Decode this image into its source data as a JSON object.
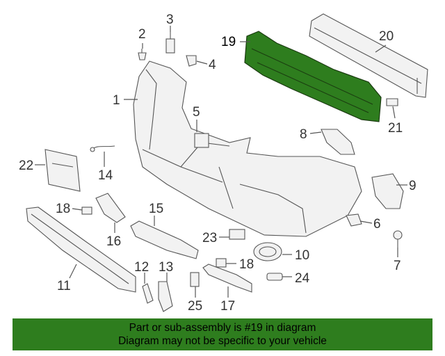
{
  "diagram": {
    "callouts": [
      "19",
      "20",
      "2",
      "3",
      "4",
      "1",
      "5",
      "8",
      "21",
      "22",
      "14",
      "9",
      "18",
      "15",
      "16",
      "6",
      "23",
      "10",
      "7",
      "11",
      "12",
      "13",
      "18",
      "24",
      "17",
      "25"
    ],
    "highlighted_part": "19",
    "highlight_color": "#2e7d1e"
  },
  "banner": {
    "line1": "Part or sub-assembly is #19 in diagram",
    "line2": "Diagram may not be specific to your vehicle",
    "background": "#2e7d1e"
  }
}
